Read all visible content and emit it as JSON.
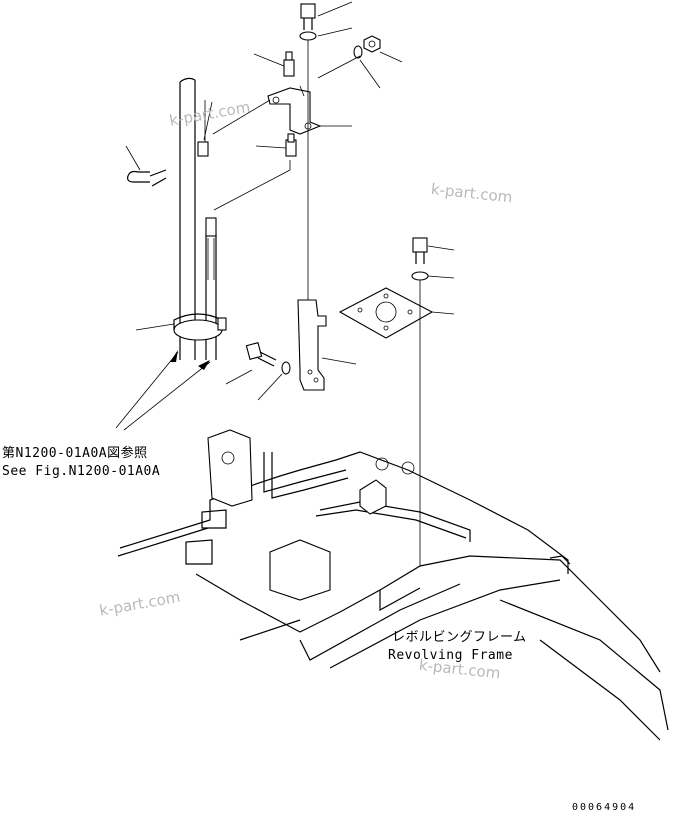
{
  "references": {
    "jp": "第N1200-01A0A図参照",
    "en": "See Fig.N1200-01A0A"
  },
  "frame_label": {
    "jp": "レボルビングフレーム",
    "en": "Revolving Frame"
  },
  "drawing_number": "00064904",
  "watermarks": [
    "k-part.com",
    "k-part.com",
    "k-part.com",
    "k-part.com"
  ]
}
